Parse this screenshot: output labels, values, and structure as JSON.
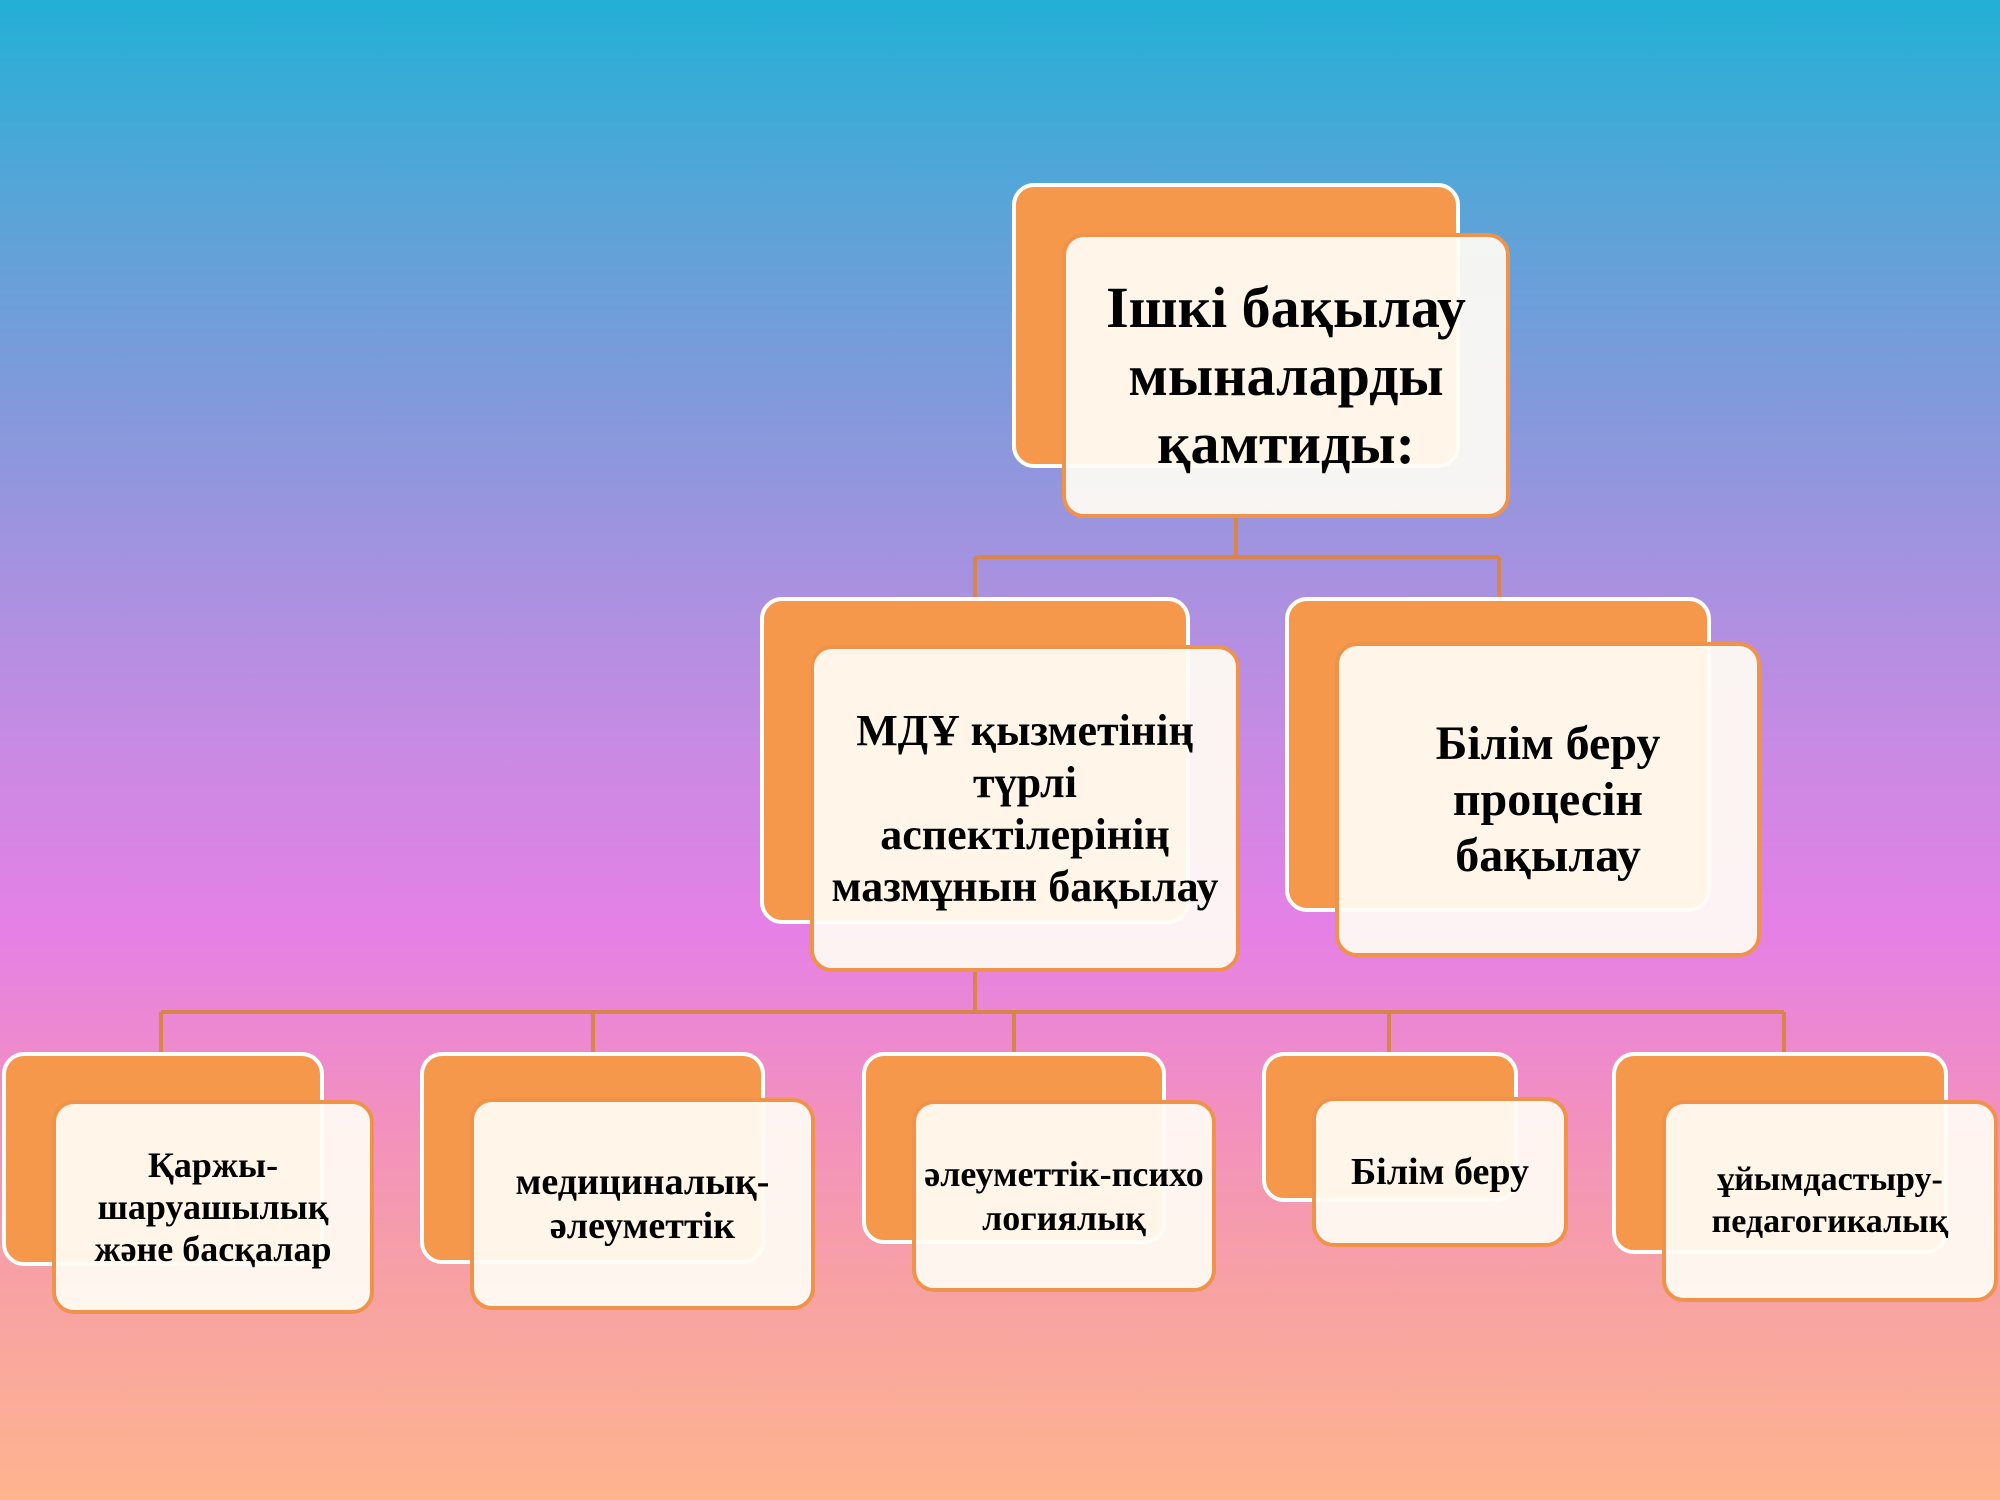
{
  "diagram": {
    "root": {
      "text": "Ішкі бақылау мыналарды қамтиды:"
    },
    "level2": [
      {
        "text": "МДҰ қызметінің түрлі аспектілерінің мазмұнын бақылау"
      },
      {
        "text": "Білім беру процесін бақылау"
      }
    ],
    "level3": [
      {
        "text": "Қаржы-шаруашылық және басқалар"
      },
      {
        "text": "медициналық-әлеуметтік"
      },
      {
        "text": "әлеуметтік-психологиялық"
      },
      {
        "text": "Білім беру"
      },
      {
        "text": "ұйымдастыру-педагогикалық"
      }
    ]
  },
  "colors": {
    "accent": "#f5984b",
    "connector": "#d9844a",
    "box_fill": "#fffcf4"
  }
}
